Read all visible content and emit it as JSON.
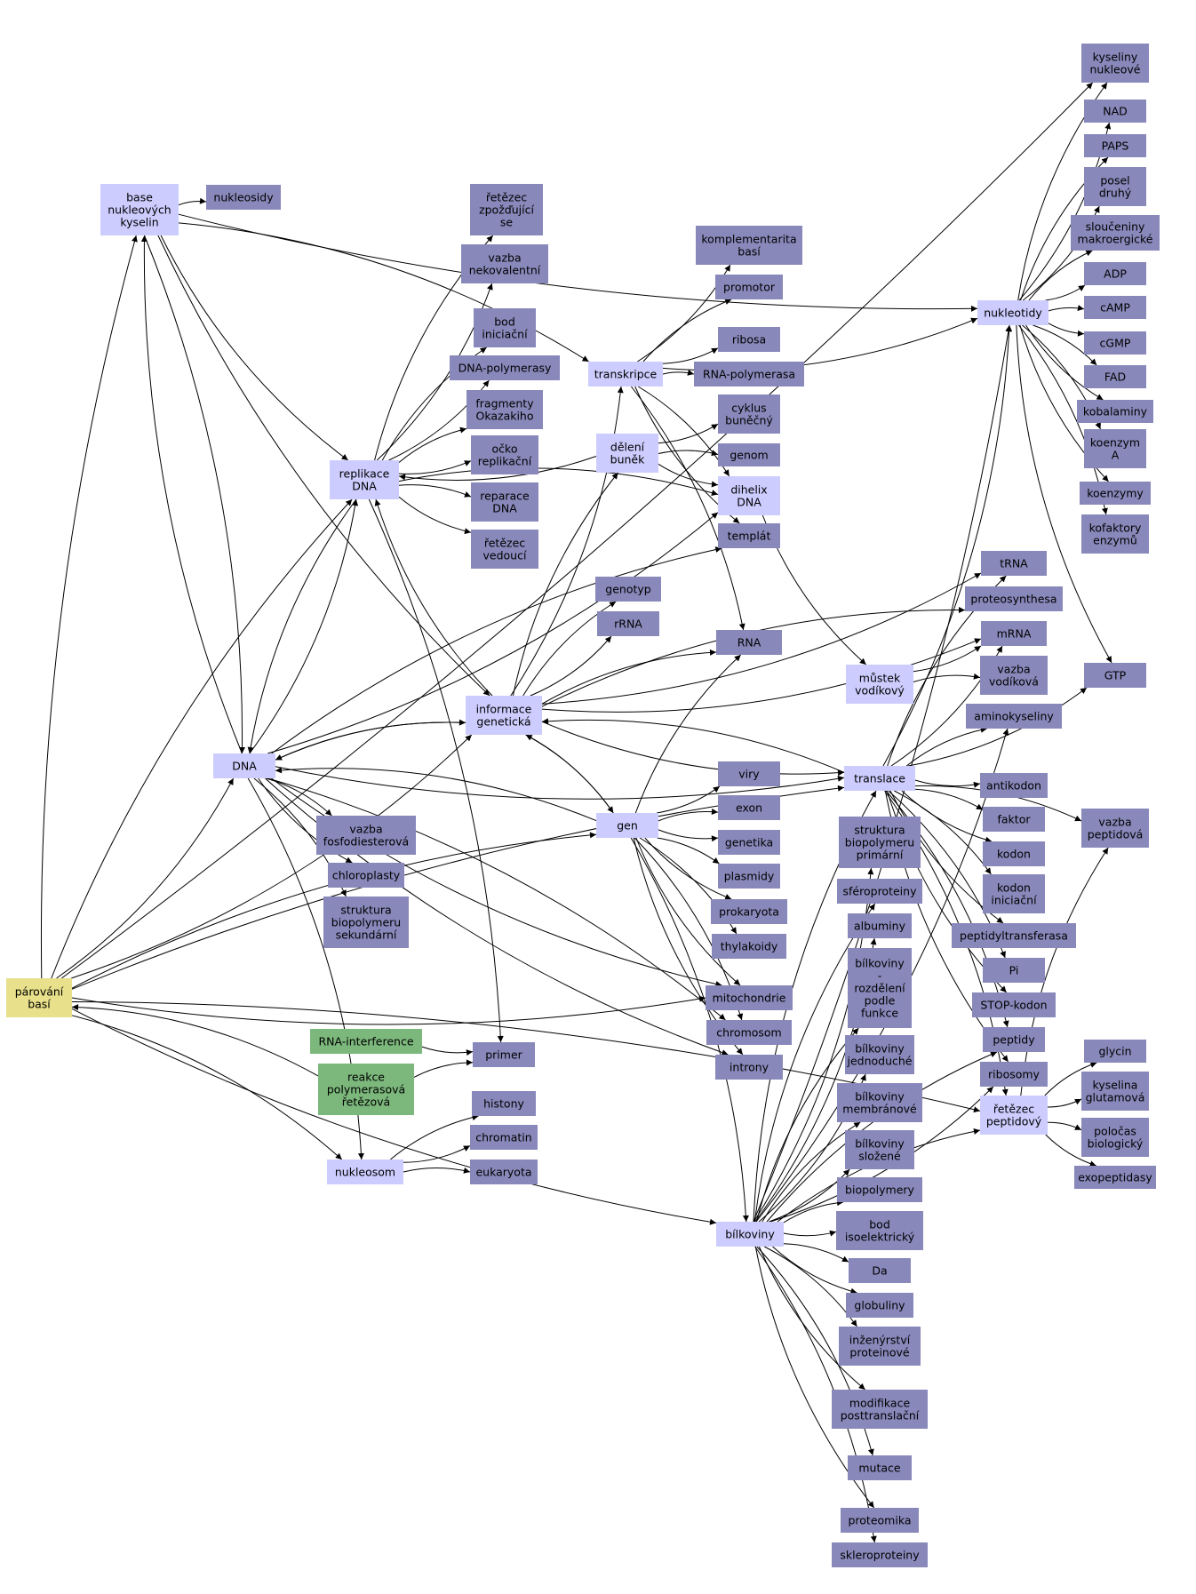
{
  "colors": {
    "hub": "#ccccff",
    "leaf": "#8888bb",
    "root": "#e8e08a",
    "green": "#7cb87c",
    "focus_border": "#5a9a5a",
    "primer_border": "#bff0bf",
    "edge": "#000000"
  },
  "nodes": [
    {
      "id": "kyseliny_nukleove",
      "label": "kyseliny\nnukleové",
      "kind": "leaf"
    },
    {
      "id": "nad",
      "label": "NAD",
      "kind": "leaf"
    },
    {
      "id": "paps",
      "label": "PAPS",
      "kind": "leaf"
    },
    {
      "id": "posel_druhy",
      "label": "posel\ndruhý",
      "kind": "leaf"
    },
    {
      "id": "slouceniny",
      "label": "sloučeniny\nmakroergické",
      "kind": "leaf"
    },
    {
      "id": "adp",
      "label": "ADP",
      "kind": "leaf"
    },
    {
      "id": "camp",
      "label": "cAMP",
      "kind": "leaf"
    },
    {
      "id": "cgmp",
      "label": "cGMP",
      "kind": "leaf"
    },
    {
      "id": "fad",
      "label": "FAD",
      "kind": "leaf"
    },
    {
      "id": "kobalaminy",
      "label": "kobalaminy",
      "kind": "leaf"
    },
    {
      "id": "koenzym_a",
      "label": "koenzym\nA",
      "kind": "leaf"
    },
    {
      "id": "koenzymy",
      "label": "koenzymy",
      "kind": "leaf"
    },
    {
      "id": "kofaktory",
      "label": "kofaktory\nenzymů",
      "kind": "leaf"
    },
    {
      "id": "gtp",
      "label": "GTP",
      "kind": "leaf"
    },
    {
      "id": "vazba_peptidova",
      "label": "vazba\npeptidová",
      "kind": "leaf"
    },
    {
      "id": "glycin",
      "label": "glycin",
      "kind": "leaf"
    },
    {
      "id": "kyselina_glutamova",
      "label": "kyselina\nglutamová",
      "kind": "leaf"
    },
    {
      "id": "polocas",
      "label": "poločas\nbiologický",
      "kind": "leaf"
    },
    {
      "id": "exopeptidasy",
      "label": "exopeptidasy",
      "kind": "leaf"
    },
    {
      "id": "nukleotidy",
      "label": "nukleotidy",
      "kind": "hub"
    },
    {
      "id": "base",
      "label": "base\nnukleových\nkyselin",
      "kind": "hub"
    },
    {
      "id": "nukleosidy",
      "label": "nukleosidy",
      "kind": "leaf"
    },
    {
      "id": "retezec_zpozdujici",
      "label": "řetězec\nzpožďující\nse",
      "kind": "leaf"
    },
    {
      "id": "vazba_nekovalentni",
      "label": "vazba\nnekovalentní",
      "kind": "leaf"
    },
    {
      "id": "bod_iniciacni",
      "label": "bod\niniciační",
      "kind": "leaf"
    },
    {
      "id": "dna_polymerasy",
      "label": "DNA-polymerasy",
      "kind": "leaf"
    },
    {
      "id": "fragmenty",
      "label": "fragmenty\nOkazakiho",
      "kind": "leaf"
    },
    {
      "id": "ocko",
      "label": "očko\nreplikační",
      "kind": "leaf"
    },
    {
      "id": "reparace",
      "label": "reparace\nDNA",
      "kind": "leaf"
    },
    {
      "id": "retezec_vedouci",
      "label": "řetězec\nvedoucí",
      "kind": "leaf"
    },
    {
      "id": "replikace",
      "label": "replikace\nDNA",
      "kind": "focus"
    },
    {
      "id": "komplementarita",
      "label": "komplementarita\nbasí",
      "kind": "leaf"
    },
    {
      "id": "promotor",
      "label": "promotor",
      "kind": "leaf"
    },
    {
      "id": "ribosa",
      "label": "ribosa",
      "kind": "leaf"
    },
    {
      "id": "rna_polymerasa",
      "label": "RNA-polymerasa",
      "kind": "leaf"
    },
    {
      "id": "transkripce",
      "label": "transkripce",
      "kind": "hub"
    },
    {
      "id": "cyklus",
      "label": "cyklus\nbuněčný",
      "kind": "leaf"
    },
    {
      "id": "genom",
      "label": "genom",
      "kind": "leaf"
    },
    {
      "id": "deleni",
      "label": "dělení\nbuněk",
      "kind": "hub"
    },
    {
      "id": "dihelix",
      "label": "dihelix\nDNA",
      "kind": "hub"
    },
    {
      "id": "templat",
      "label": "templát",
      "kind": "leaf"
    },
    {
      "id": "trna",
      "label": "tRNA",
      "kind": "leaf"
    },
    {
      "id": "proteosynthesa",
      "label": "proteosynthesa",
      "kind": "leaf"
    },
    {
      "id": "mrna",
      "label": "mRNA",
      "kind": "leaf"
    },
    {
      "id": "vazba_vodikova",
      "label": "vazba\nvodíková",
      "kind": "leaf"
    },
    {
      "id": "mustek",
      "label": "můstek\nvodíkový",
      "kind": "hub"
    },
    {
      "id": "aminokyseliny",
      "label": "aminokyseliny",
      "kind": "leaf"
    },
    {
      "id": "genotyp",
      "label": "genotyp",
      "kind": "leaf"
    },
    {
      "id": "rrna",
      "label": "rRNA",
      "kind": "leaf"
    },
    {
      "id": "rna",
      "label": "RNA",
      "kind": "leaf"
    },
    {
      "id": "informace",
      "label": "informace\ngenetická",
      "kind": "hub"
    },
    {
      "id": "dna",
      "label": "DNA",
      "kind": "hub"
    },
    {
      "id": "translace",
      "label": "translace",
      "kind": "hub"
    },
    {
      "id": "antikodon",
      "label": "antikodon",
      "kind": "leaf"
    },
    {
      "id": "faktor",
      "label": "faktor",
      "kind": "leaf"
    },
    {
      "id": "kodon",
      "label": "kodon",
      "kind": "leaf"
    },
    {
      "id": "kodon_iniciacni",
      "label": "kodon\niniciační",
      "kind": "leaf"
    },
    {
      "id": "peptidyltransferasa",
      "label": "peptidyltransferasa",
      "kind": "leaf"
    },
    {
      "id": "pi",
      "label": "Pi",
      "kind": "leaf"
    },
    {
      "id": "stop_kodon",
      "label": "STOP-kodon",
      "kind": "leaf"
    },
    {
      "id": "peptidy",
      "label": "peptidy",
      "kind": "leaf"
    },
    {
      "id": "ribosomy",
      "label": "ribosomy",
      "kind": "leaf"
    },
    {
      "id": "retezec_peptidovy",
      "label": "řetězec\npeptidový",
      "kind": "hub"
    },
    {
      "id": "vazba_fosfodiesterova",
      "label": "vazba\nfosfodiesterová",
      "kind": "leaf"
    },
    {
      "id": "chloroplasty",
      "label": "chloroplasty",
      "kind": "leaf"
    },
    {
      "id": "struktura_sekundarni",
      "label": "struktura\nbiopolymeru\nsekundární",
      "kind": "leaf"
    },
    {
      "id": "gen",
      "label": "gen",
      "kind": "hub"
    },
    {
      "id": "viry",
      "label": "viry",
      "kind": "leaf"
    },
    {
      "id": "exon",
      "label": "exon",
      "kind": "leaf"
    },
    {
      "id": "genetika",
      "label": "genetika",
      "kind": "leaf"
    },
    {
      "id": "plasmidy",
      "label": "plasmidy",
      "kind": "leaf"
    },
    {
      "id": "prokaryota",
      "label": "prokaryota",
      "kind": "leaf"
    },
    {
      "id": "thylakoidy",
      "label": "thylakoidy",
      "kind": "leaf"
    },
    {
      "id": "struktura_primarni",
      "label": "struktura\nbiopolymeru\nprimární",
      "kind": "leaf"
    },
    {
      "id": "sferoproteiny",
      "label": "sféroproteiny",
      "kind": "leaf"
    },
    {
      "id": "albuminy",
      "label": "albuminy",
      "kind": "leaf"
    },
    {
      "id": "bilkoviny_rozdeleni",
      "label": "bílkoviny\n-\nrozdělení\npodle\nfunkce",
      "kind": "leaf"
    },
    {
      "id": "mitochondrie",
      "label": "mitochondrie",
      "kind": "leaf"
    },
    {
      "id": "chromosom",
      "label": "chromosom",
      "kind": "leaf"
    },
    {
      "id": "introny",
      "label": "introny",
      "kind": "leaf"
    },
    {
      "id": "parovani",
      "label": "párování\nbasí",
      "kind": "root"
    },
    {
      "id": "rna_interference",
      "label": "RNA-interference",
      "kind": "green"
    },
    {
      "id": "primer",
      "label": "primer",
      "kind": "primer"
    },
    {
      "id": "reakce",
      "label": "reakce\npolymerasová\nřetězová",
      "kind": "green"
    },
    {
      "id": "histony",
      "label": "histony",
      "kind": "leaf"
    },
    {
      "id": "chromatin",
      "label": "chromatin",
      "kind": "leaf"
    },
    {
      "id": "nukleosom",
      "label": "nukleosom",
      "kind": "hub"
    },
    {
      "id": "eukaryota",
      "label": "eukaryota",
      "kind": "leaf"
    },
    {
      "id": "bilkoviny_jednoduche",
      "label": "bílkoviny\njednoduché",
      "kind": "leaf"
    },
    {
      "id": "bilkoviny_membranove",
      "label": "bílkoviny\nmembránové",
      "kind": "leaf"
    },
    {
      "id": "bilkoviny_slozene",
      "label": "bílkoviny\nsložené",
      "kind": "leaf"
    },
    {
      "id": "biopolymery",
      "label": "biopolymery",
      "kind": "leaf"
    },
    {
      "id": "bod_isoelektricky",
      "label": "bod\nisoelektrický",
      "kind": "leaf"
    },
    {
      "id": "bilkoviny",
      "label": "bílkoviny",
      "kind": "hub"
    },
    {
      "id": "da",
      "label": "Da",
      "kind": "leaf"
    },
    {
      "id": "globuliny",
      "label": "globuliny",
      "kind": "leaf"
    },
    {
      "id": "inzenyrstvi",
      "label": "inženýrství\nproteinové",
      "kind": "leaf"
    },
    {
      "id": "modifikace",
      "label": "modifikace\nposttranslační",
      "kind": "leaf"
    },
    {
      "id": "mutace",
      "label": "mutace",
      "kind": "leaf"
    },
    {
      "id": "proteomika",
      "label": "proteomika",
      "kind": "leaf"
    },
    {
      "id": "skleroproteiny",
      "label": "skleroproteiny",
      "kind": "leaf"
    }
  ],
  "edges": [
    [
      "nukleotidy",
      "kyseliny_nukleove"
    ],
    [
      "nukleotidy",
      "nad"
    ],
    [
      "nukleotidy",
      "paps"
    ],
    [
      "nukleotidy",
      "posel_druhy"
    ],
    [
      "nukleotidy",
      "slouceniny"
    ],
    [
      "nukleotidy",
      "adp"
    ],
    [
      "nukleotidy",
      "camp"
    ],
    [
      "nukleotidy",
      "cgmp"
    ],
    [
      "nukleotidy",
      "fad"
    ],
    [
      "nukleotidy",
      "kobalaminy"
    ],
    [
      "nukleotidy",
      "koenzym_a"
    ],
    [
      "nukleotidy",
      "koenzymy"
    ],
    [
      "nukleotidy",
      "kofaktory"
    ],
    [
      "nukleotidy",
      "gtp"
    ],
    [
      "base",
      "nukleosidy"
    ],
    [
      "base",
      "nukleotidy"
    ],
    [
      "base",
      "transkripce"
    ],
    [
      "base",
      "replikace"
    ],
    [
      "base",
      "dna"
    ],
    [
      "base",
      "informace"
    ],
    [
      "replikace",
      "retezec_zpozdujici"
    ],
    [
      "replikace",
      "vazba_nekovalentni"
    ],
    [
      "replikace",
      "bod_iniciacni"
    ],
    [
      "replikace",
      "dna_polymerasy"
    ],
    [
      "replikace",
      "fragmenty"
    ],
    [
      "replikace",
      "ocko"
    ],
    [
      "replikace",
      "reparace"
    ],
    [
      "replikace",
      "retezec_vedouci"
    ],
    [
      "replikace",
      "primer"
    ],
    [
      "replikace",
      "dna"
    ],
    [
      "replikace",
      "dihelix"
    ],
    [
      "transkripce",
      "komplementarita"
    ],
    [
      "transkripce",
      "promotor"
    ],
    [
      "transkripce",
      "ribosa"
    ],
    [
      "transkripce",
      "rna_polymerasa"
    ],
    [
      "transkripce",
      "templat"
    ],
    [
      "transkripce",
      "rna"
    ],
    [
      "transkripce",
      "nukleotidy"
    ],
    [
      "transkripce",
      "dihelix"
    ],
    [
      "deleni",
      "cyklus"
    ],
    [
      "deleni",
      "genom"
    ],
    [
      "deleni",
      "dihelix"
    ],
    [
      "deleni",
      "replikace"
    ],
    [
      "dihelix",
      "mustek"
    ],
    [
      "mustek",
      "vazba_vodikova"
    ],
    [
      "mustek",
      "mrna"
    ],
    [
      "informace",
      "genotyp"
    ],
    [
      "informace",
      "rrna"
    ],
    [
      "informace",
      "rna"
    ],
    [
      "informace",
      "trna"
    ],
    [
      "informace",
      "proteosynthesa"
    ],
    [
      "informace",
      "mrna"
    ],
    [
      "informace",
      "gen"
    ],
    [
      "informace",
      "translace"
    ],
    [
      "informace",
      "deleni"
    ],
    [
      "informace",
      "transkripce"
    ],
    [
      "informace",
      "replikace"
    ],
    [
      "informace",
      "dna"
    ],
    [
      "dna",
      "vazba_fosfodiesterova"
    ],
    [
      "dna",
      "chloroplasty"
    ],
    [
      "dna",
      "struktura_sekundarni"
    ],
    [
      "dna",
      "mitochondrie"
    ],
    [
      "dna",
      "chromosom"
    ],
    [
      "dna",
      "introny"
    ],
    [
      "dna",
      "nukleosom"
    ],
    [
      "dna",
      "replikace"
    ],
    [
      "dna",
      "informace"
    ],
    [
      "dna",
      "dihelix"
    ],
    [
      "dna",
      "templat"
    ],
    [
      "dna",
      "translace"
    ],
    [
      "dna",
      "base"
    ],
    [
      "translace",
      "antikodon"
    ],
    [
      "translace",
      "faktor"
    ],
    [
      "translace",
      "kodon"
    ],
    [
      "translace",
      "kodon_iniciacni"
    ],
    [
      "translace",
      "peptidyltransferasa"
    ],
    [
      "translace",
      "pi"
    ],
    [
      "translace",
      "stop_kodon"
    ],
    [
      "translace",
      "peptidy"
    ],
    [
      "translace",
      "ribosomy"
    ],
    [
      "translace",
      "retezec_peptidovy"
    ],
    [
      "translace",
      "gtp"
    ],
    [
      "translace",
      "aminokyseliny"
    ],
    [
      "translace",
      "mrna"
    ],
    [
      "translace",
      "trna"
    ],
    [
      "translace",
      "nukleotidy"
    ],
    [
      "translace",
      "vazba_peptidova"
    ],
    [
      "translace",
      "informace"
    ],
    [
      "retezec_peptidovy",
      "glycin"
    ],
    [
      "retezec_peptidovy",
      "kyselina_glutamova"
    ],
    [
      "retezec_peptidovy",
      "polocas"
    ],
    [
      "retezec_peptidovy",
      "exopeptidasy"
    ],
    [
      "retezec_peptidovy",
      "vazba_peptidova"
    ],
    [
      "gen",
      "viry"
    ],
    [
      "gen",
      "exon"
    ],
    [
      "gen",
      "genetika"
    ],
    [
      "gen",
      "plasmidy"
    ],
    [
      "gen",
      "prokaryota"
    ],
    [
      "gen",
      "thylakoidy"
    ],
    [
      "gen",
      "mitochondrie"
    ],
    [
      "gen",
      "chromosom"
    ],
    [
      "gen",
      "introny"
    ],
    [
      "gen",
      "bilkoviny"
    ],
    [
      "gen",
      "dna"
    ],
    [
      "gen",
      "rna"
    ],
    [
      "gen",
      "informace"
    ],
    [
      "parovani",
      "base"
    ],
    [
      "parovani",
      "dna"
    ],
    [
      "parovani",
      "replikace"
    ],
    [
      "parovani",
      "informace"
    ],
    [
      "parovani",
      "gen"
    ],
    [
      "parovani",
      "mitochondrie"
    ],
    [
      "parovani",
      "nukleosom"
    ],
    [
      "parovani",
      "bilkoviny"
    ],
    [
      "parovani",
      "retezec_peptidovy"
    ],
    [
      "parovani",
      "kyseliny_nukleove"
    ],
    [
      "parovani",
      "translace"
    ],
    [
      "rna_interference",
      "primer"
    ],
    [
      "reakce",
      "primer"
    ],
    [
      "reakce",
      "parovani"
    ],
    [
      "nukleosom",
      "histony"
    ],
    [
      "nukleosom",
      "chromatin"
    ],
    [
      "nukleosom",
      "eukaryota"
    ],
    [
      "bilkoviny",
      "struktura_primarni"
    ],
    [
      "bilkoviny",
      "sferoproteiny"
    ],
    [
      "bilkoviny",
      "albuminy"
    ],
    [
      "bilkoviny",
      "bilkoviny_rozdeleni"
    ],
    [
      "bilkoviny",
      "bilkoviny_jednoduche"
    ],
    [
      "bilkoviny",
      "bilkoviny_membranove"
    ],
    [
      "bilkoviny",
      "bilkoviny_slozene"
    ],
    [
      "bilkoviny",
      "biopolymery"
    ],
    [
      "bilkoviny",
      "bod_isoelektricky"
    ],
    [
      "bilkoviny",
      "da"
    ],
    [
      "bilkoviny",
      "globuliny"
    ],
    [
      "bilkoviny",
      "inzenyrstvi"
    ],
    [
      "bilkoviny",
      "modifikace"
    ],
    [
      "bilkoviny",
      "mutace"
    ],
    [
      "bilkoviny",
      "proteomika"
    ],
    [
      "bilkoviny",
      "skleroproteiny"
    ],
    [
      "bilkoviny",
      "aminokyseliny"
    ],
    [
      "bilkoviny",
      "peptidy"
    ],
    [
      "bilkoviny",
      "ribosomy"
    ],
    [
      "bilkoviny",
      "retezec_peptidovy"
    ],
    [
      "bilkoviny",
      "nukleotidy"
    ],
    [
      "bilkoviny",
      "translace"
    ]
  ]
}
